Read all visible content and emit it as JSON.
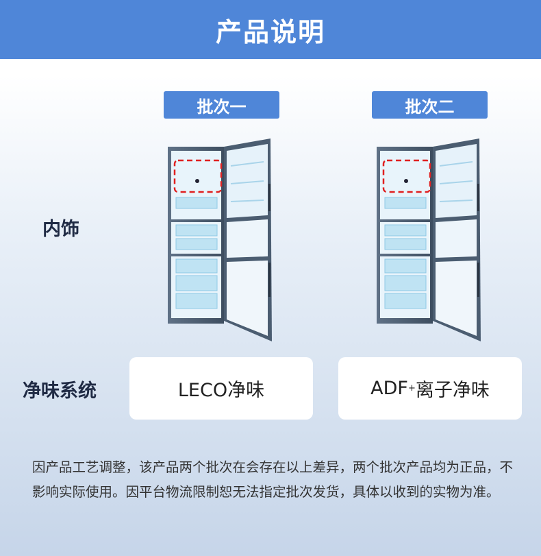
{
  "header": {
    "title": "产品说明"
  },
  "batches": [
    {
      "label": "批次一",
      "system": "LECO净味",
      "system_sup": ""
    },
    {
      "label": "批次二",
      "system": "ADF",
      "system_sup": "+",
      "system_suffix": "离子净味"
    }
  ],
  "rows": {
    "interior": "内饰",
    "purify": "净味系统"
  },
  "note": "因产品工艺调整，该产品两个批次在会存在以上差异，两个批次产品均为正品，不影响实际使用。因平台物流限制恕无法指定批次发货，具体以收到的实物为准。",
  "colors": {
    "accent": "#4f86d8",
    "highlight": "#e02020"
  }
}
